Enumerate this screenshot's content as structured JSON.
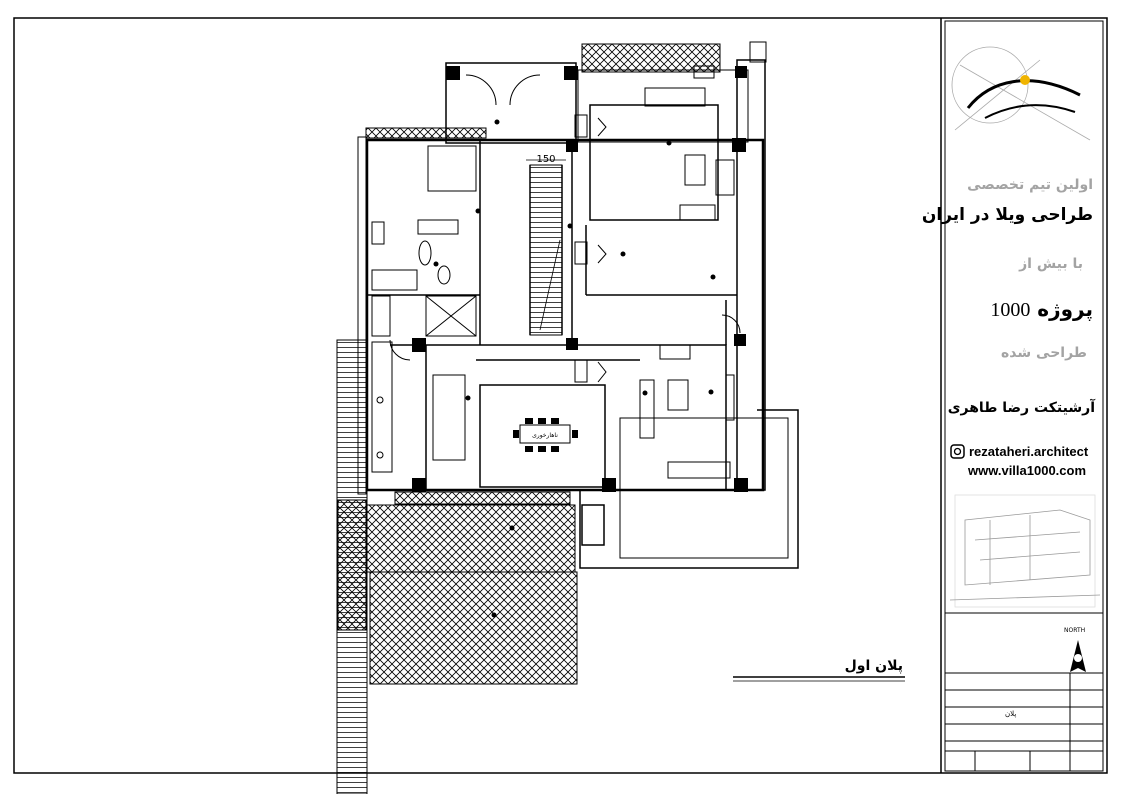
{
  "plan": {
    "title": "پلان اول",
    "stair_dimension": "150",
    "labels": {
      "dining": "ناهارخوری"
    }
  },
  "title_block": {
    "tagline": "اولین تیم تخصصی",
    "headline": "طراحی ویلا در ایران",
    "sub": "با بیش از",
    "count": "1000",
    "count_unit": "پروژه",
    "done": "طراحی شده",
    "architect": "آرشیتکت رضا طاهری",
    "instagram": "rezataheri.architect",
    "website": "www.villa1000.com",
    "north": "NORTH",
    "table_value": "پلان",
    "icons": {
      "logo": "villa1000-logo-mark",
      "social": "instagram-icon",
      "north": "north-arrow-icon"
    }
  },
  "colors": {
    "ink": "#000000",
    "muted": "#a3a3a3",
    "paper": "#ffffff"
  }
}
